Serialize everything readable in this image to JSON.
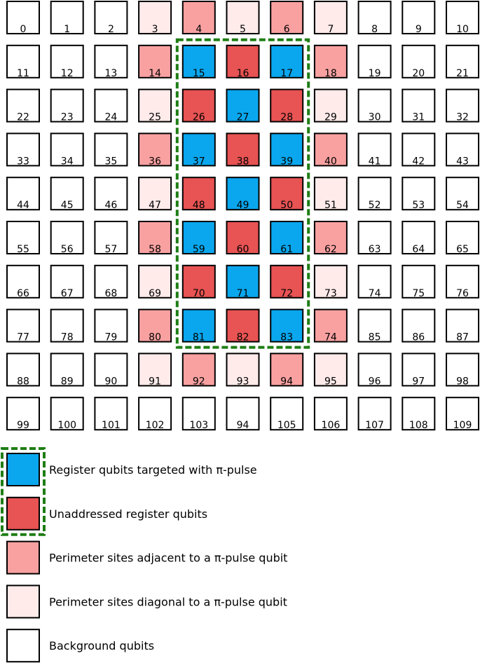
{
  "colors": {
    "target": "#0AA7EE",
    "unaddressed": "#E85353",
    "adjacent": "#F9A1A1",
    "diagonal": "#FEEBEA",
    "background": "#FFFFFF",
    "border": "#000000",
    "register_outline": "#1E7D14"
  },
  "grid": {
    "columns": 11,
    "rows": 10,
    "labels": [
      "0",
      "1",
      "2",
      "3",
      "4",
      "5",
      "6",
      "7",
      "8",
      "9",
      "10",
      "11",
      "12",
      "13",
      "14",
      "15",
      "16",
      "17",
      "18",
      "19",
      "20",
      "21",
      "22",
      "23",
      "24",
      "25",
      "26",
      "27",
      "28",
      "29",
      "30",
      "31",
      "32",
      "33",
      "34",
      "35",
      "36",
      "37",
      "38",
      "39",
      "40",
      "41",
      "42",
      "43",
      "44",
      "45",
      "46",
      "47",
      "48",
      "49",
      "50",
      "51",
      "52",
      "53",
      "54",
      "55",
      "56",
      "57",
      "58",
      "59",
      "60",
      "61",
      "62",
      "63",
      "64",
      "65",
      "66",
      "67",
      "68",
      "69",
      "70",
      "71",
      "72",
      "73",
      "74",
      "75",
      "76",
      "77",
      "78",
      "79",
      "80",
      "81",
      "82",
      "83",
      "74",
      "85",
      "86",
      "87",
      "88",
      "89",
      "90",
      "91",
      "92",
      "93",
      "94",
      "95",
      "96",
      "97",
      "98",
      "99",
      "100",
      "101",
      "102",
      "103",
      "94",
      "105",
      "106",
      "107",
      "108",
      "109"
    ],
    "types": [
      "background",
      "background",
      "background",
      "diagonal",
      "adjacent",
      "diagonal",
      "adjacent",
      "diagonal",
      "background",
      "background",
      "background",
      "background",
      "background",
      "background",
      "adjacent",
      "target",
      "unaddressed",
      "target",
      "adjacent",
      "background",
      "background",
      "background",
      "background",
      "background",
      "background",
      "diagonal",
      "unaddressed",
      "target",
      "unaddressed",
      "diagonal",
      "background",
      "background",
      "background",
      "background",
      "background",
      "background",
      "adjacent",
      "target",
      "unaddressed",
      "target",
      "adjacent",
      "background",
      "background",
      "background",
      "background",
      "background",
      "background",
      "diagonal",
      "unaddressed",
      "target",
      "unaddressed",
      "diagonal",
      "background",
      "background",
      "background",
      "background",
      "background",
      "background",
      "adjacent",
      "target",
      "unaddressed",
      "target",
      "adjacent",
      "background",
      "background",
      "background",
      "background",
      "background",
      "background",
      "diagonal",
      "unaddressed",
      "target",
      "unaddressed",
      "diagonal",
      "background",
      "background",
      "background",
      "background",
      "background",
      "background",
      "adjacent",
      "target",
      "unaddressed",
      "target",
      "adjacent",
      "background",
      "background",
      "background",
      "background",
      "background",
      "background",
      "diagonal",
      "adjacent",
      "diagonal",
      "adjacent",
      "diagonal",
      "background",
      "background",
      "background",
      "background",
      "background",
      "background",
      "background",
      "background",
      "background",
      "background",
      "background",
      "background",
      "background",
      "background"
    ],
    "register": {
      "col_start": 4,
      "col_end": 6,
      "row_start": 1,
      "row_end": 7
    }
  },
  "legend": [
    {
      "type": "target",
      "label": "Register qubits targeted with π-pulse"
    },
    {
      "type": "unaddressed",
      "label": "Unaddressed register qubits"
    },
    {
      "type": "adjacent",
      "label": "Perimeter sites adjacent to a π-pulse qubit"
    },
    {
      "type": "diagonal",
      "label": "Perimeter sites diagonal to a π-pulse qubit"
    },
    {
      "type": "background",
      "label": "Background qubits"
    }
  ]
}
